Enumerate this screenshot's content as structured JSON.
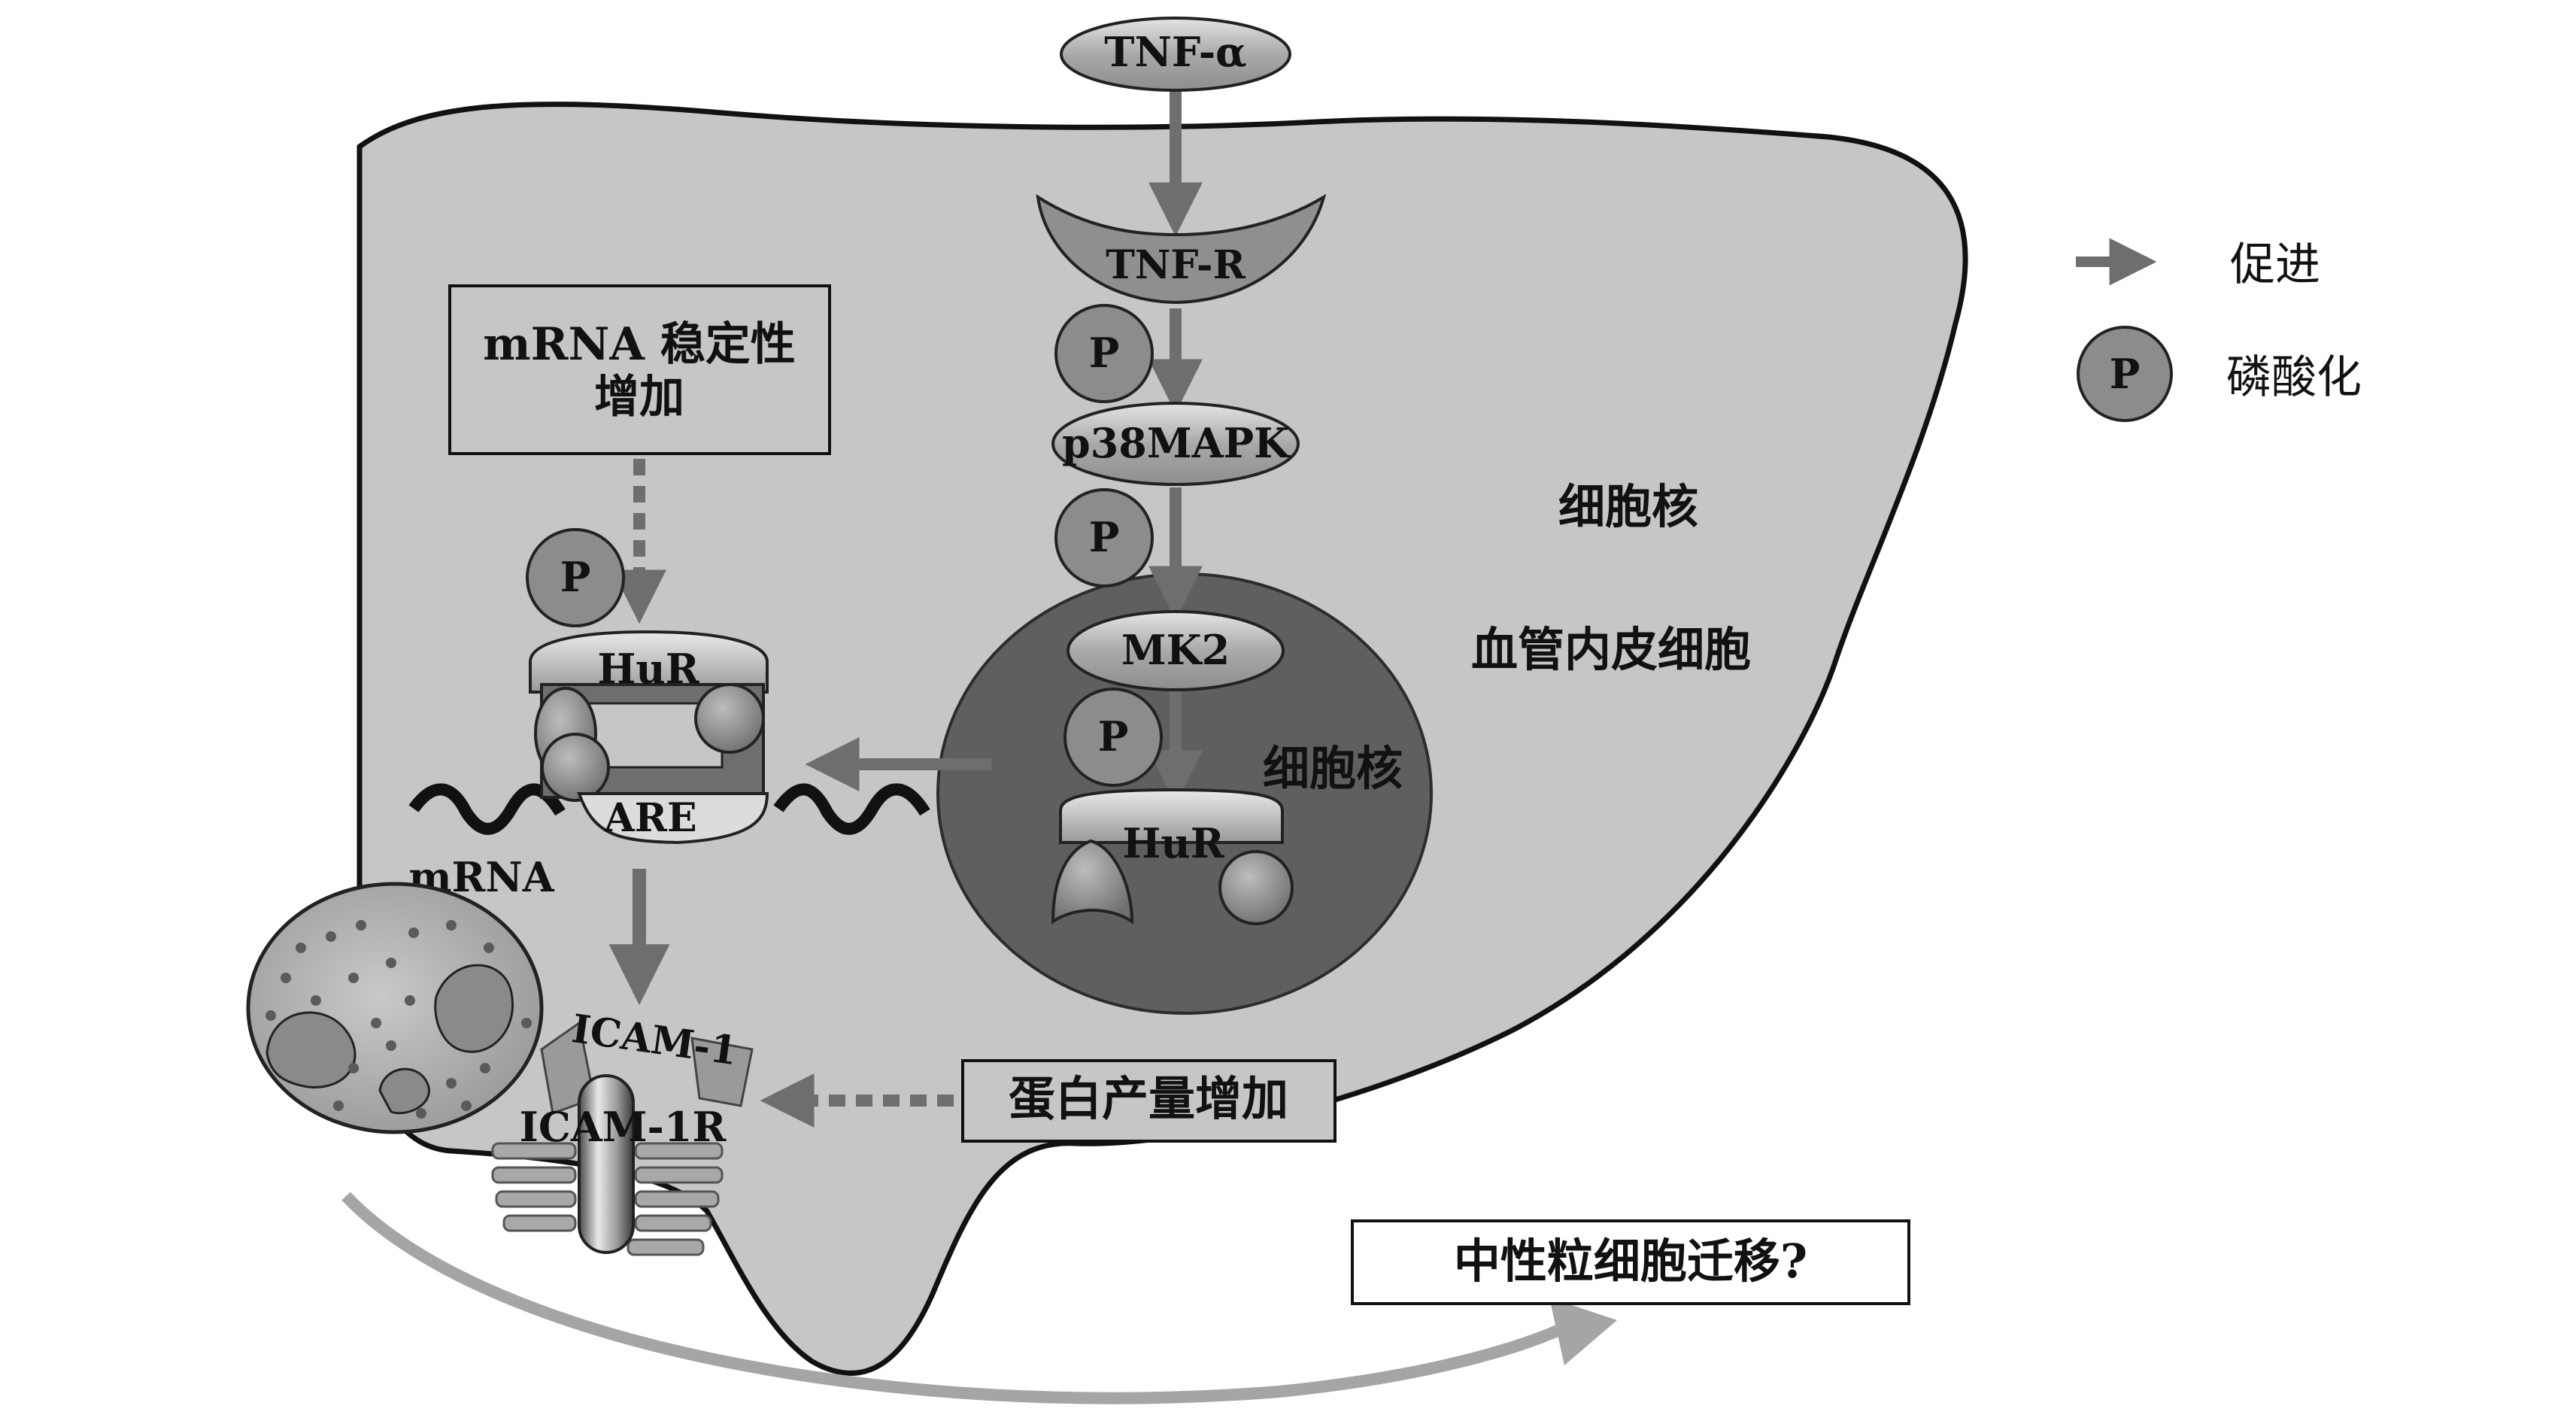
{
  "labels": {
    "tnf_alpha": "TNF-α",
    "tnf_r": "TNF-R",
    "p38mapk": "p38MAPK",
    "mk2": "MK2",
    "hur_nucleus": "HuR",
    "hur_cytoplasm": "HuR",
    "are": "ARE",
    "mrna": "mRNA",
    "icam1": "ICAM-1",
    "icam1r": "ICAM-1R",
    "p_mark": "P",
    "nucleus_in_circle": "细胞核",
    "nucleus_label": "细胞核",
    "endothelial_cell": "血管内皮细胞",
    "mrna_box_line1": "mRNA 稳定性",
    "mrna_box_line2": "增加",
    "protein_box": "蛋白产量增加",
    "neutrophil_box": "中性粒细胞迁移?"
  },
  "legend": {
    "promote_label": "促进",
    "phospho_label": "磷酸化",
    "phospho_symbol": "P"
  },
  "colors": {
    "cell_fill": "#c6c6c6",
    "nucleus_fill": "#5f5f5f",
    "arrow": "#6e6e6e",
    "p_circle": "#8c8c8c"
  }
}
